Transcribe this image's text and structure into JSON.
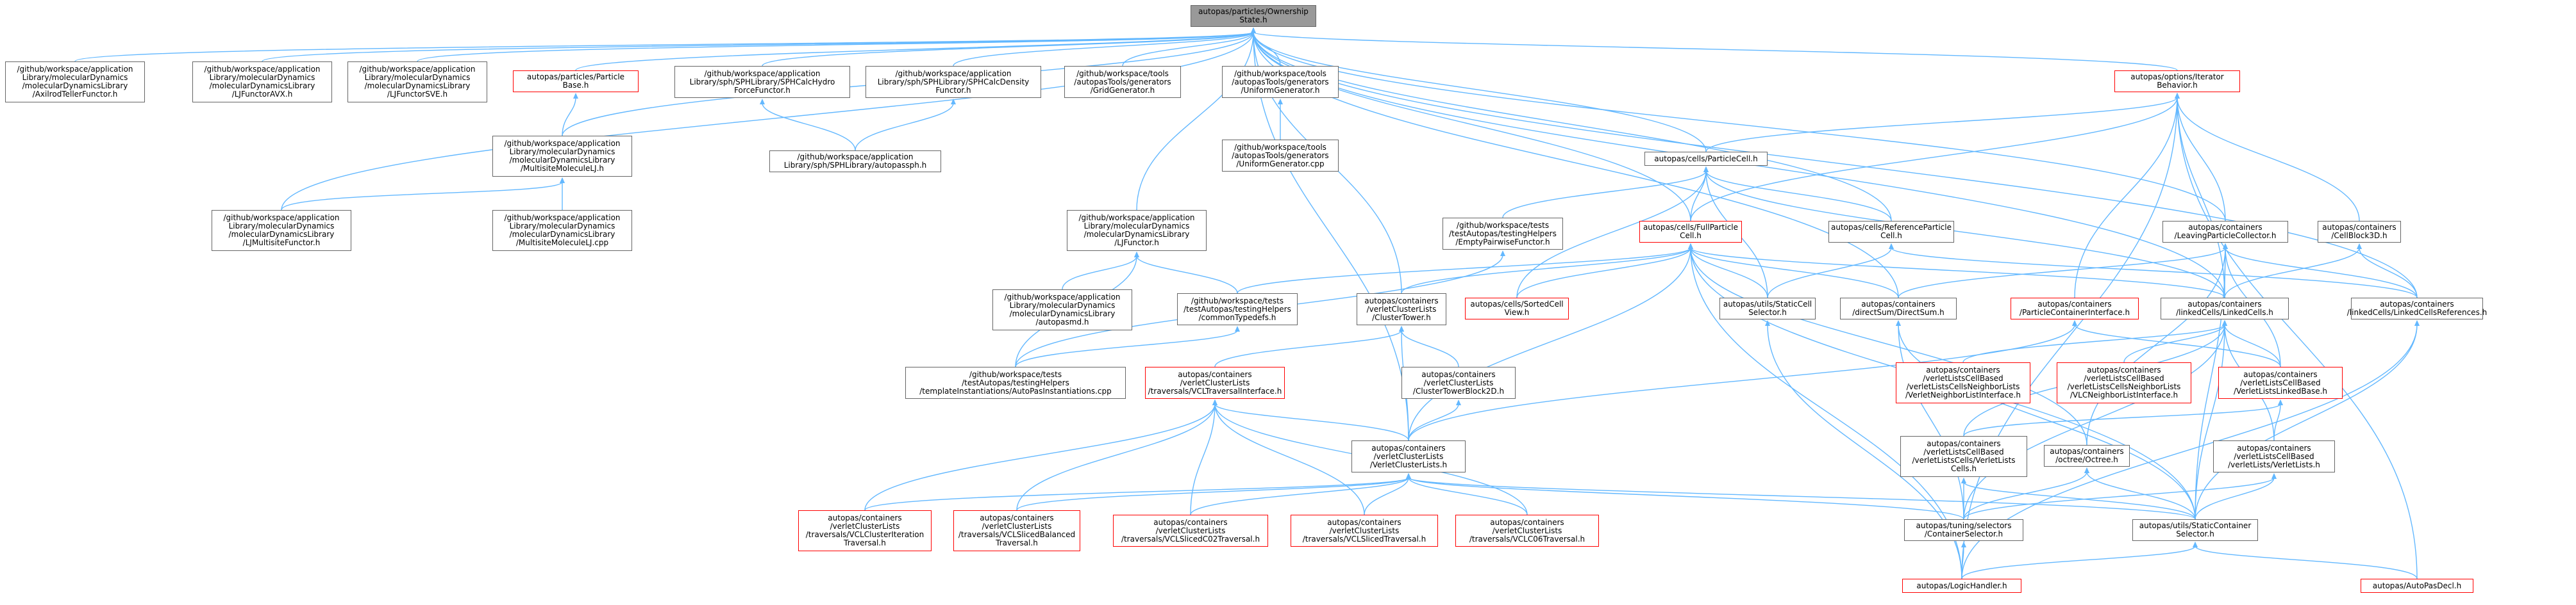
{
  "graph_title": "autopas/particles/OwnershipState.h include dependency graph",
  "colors": {
    "edge": "#63b8ff",
    "root_fill": "#999999",
    "border": "#666666",
    "highlight_border": "#ff0000"
  },
  "nodes": [
    {
      "id": "n0",
      "kind": "root",
      "lines": [
        "autopas/particles/Ownership",
        "State.h"
      ]
    },
    {
      "id": "n1",
      "kind": "normal",
      "lines": [
        "/github/workspace/application",
        "Library/molecularDynamics",
        "/molecularDynamicsLibrary",
        "/AxilrodTellerFunctor.h"
      ]
    },
    {
      "id": "n2",
      "kind": "normal",
      "lines": [
        "/github/workspace/application",
        "Library/molecularDynamics",
        "/molecularDynamicsLibrary",
        "/LJFunctorAVX.h"
      ]
    },
    {
      "id": "n3",
      "kind": "normal",
      "lines": [
        "/github/workspace/application",
        "Library/molecularDynamics",
        "/molecularDynamicsLibrary",
        "/LJFunctorSVE.h"
      ]
    },
    {
      "id": "n4",
      "kind": "red",
      "lines": [
        "autopas/particles/Particle",
        "Base.h"
      ]
    },
    {
      "id": "n5",
      "kind": "normal",
      "lines": [
        "/github/workspace/application",
        "Library/sph/SPHLibrary/SPHCalcHydro",
        "ForceFunctor.h"
      ]
    },
    {
      "id": "n6",
      "kind": "normal",
      "lines": [
        "/github/workspace/application",
        "Library/sph/SPHLibrary/SPHCalcDensity",
        "Functor.h"
      ]
    },
    {
      "id": "n7",
      "kind": "normal",
      "lines": [
        "/github/workspace/tools",
        "/autopasTools/generators",
        "/GridGenerator.h"
      ]
    },
    {
      "id": "n8",
      "kind": "normal",
      "lines": [
        "/github/workspace/tools",
        "/autopasTools/generators",
        "/UniformGenerator.h"
      ]
    },
    {
      "id": "n9",
      "kind": "red",
      "lines": [
        "autopas/options/Iterator",
        "Behavior.h"
      ]
    },
    {
      "id": "n10",
      "kind": "normal",
      "lines": [
        "/github/workspace/application",
        "Library/molecularDynamics",
        "/molecularDynamicsLibrary",
        "/MultisiteMoleculeLJ.h"
      ]
    },
    {
      "id": "n11",
      "kind": "normal",
      "lines": [
        "/github/workspace/application",
        "Library/sph/SPHLibrary/autopassph.h"
      ]
    },
    {
      "id": "n12",
      "kind": "normal",
      "lines": [
        "/github/workspace/tools",
        "/autopasTools/generators",
        "/UniformGenerator.cpp"
      ]
    },
    {
      "id": "n13",
      "kind": "normal",
      "lines": [
        "autopas/cells/ParticleCell.h"
      ]
    },
    {
      "id": "n14",
      "kind": "normal",
      "lines": [
        "/github/workspace/application",
        "Library/molecularDynamics",
        "/molecularDynamicsLibrary",
        "/LJMultisiteFunctor.h"
      ]
    },
    {
      "id": "n15",
      "kind": "normal",
      "lines": [
        "/github/workspace/application",
        "Library/molecularDynamics",
        "/molecularDynamicsLibrary",
        "/MultisiteMoleculeLJ.cpp"
      ]
    },
    {
      "id": "n16",
      "kind": "normal",
      "lines": [
        "/github/workspace/tests",
        "/testAutopas/testingHelpers",
        "/EmptyPairwiseFunctor.h"
      ]
    },
    {
      "id": "n17",
      "kind": "normal",
      "lines": [
        "/github/workspace/application",
        "Library/molecularDynamics",
        "/molecularDynamicsLibrary",
        "/LJFunctor.h"
      ]
    },
    {
      "id": "n18",
      "kind": "red",
      "lines": [
        "autopas/cells/FullParticle",
        "Cell.h"
      ]
    },
    {
      "id": "n19",
      "kind": "normal",
      "lines": [
        "autopas/cells/ReferenceParticle",
        "Cell.h"
      ]
    },
    {
      "id": "n20",
      "kind": "normal",
      "lines": [
        "autopas/containers",
        "/LeavingParticleCollector.h"
      ]
    },
    {
      "id": "n21",
      "kind": "normal",
      "lines": [
        "autopas/containers",
        "/CellBlock3D.h"
      ]
    },
    {
      "id": "n22",
      "kind": "normal",
      "lines": [
        "/github/workspace/application",
        "Library/molecularDynamics",
        "/molecularDynamicsLibrary",
        "/autopasmd.h"
      ]
    },
    {
      "id": "n23",
      "kind": "normal",
      "lines": [
        "/github/workspace/tests",
        "/testAutopas/testingHelpers",
        "/commonTypedefs.h"
      ]
    },
    {
      "id": "n24",
      "kind": "normal",
      "lines": [
        "autopas/containers",
        "/verletClusterLists",
        "/ClusterTower.h"
      ]
    },
    {
      "id": "n25",
      "kind": "red",
      "lines": [
        "autopas/cells/SortedCell",
        "View.h"
      ]
    },
    {
      "id": "n26",
      "kind": "normal",
      "lines": [
        "autopas/utils/StaticCell",
        "Selector.h"
      ]
    },
    {
      "id": "n27",
      "kind": "normal",
      "lines": [
        "autopas/containers",
        "/directSum/DirectSum.h"
      ]
    },
    {
      "id": "n28",
      "kind": "red",
      "lines": [
        "autopas/containers",
        "/ParticleContainerInterface.h"
      ]
    },
    {
      "id": "n29",
      "kind": "normal",
      "lines": [
        "autopas/containers",
        "/linkedCells/LinkedCells.h"
      ]
    },
    {
      "id": "n30",
      "kind": "normal",
      "lines": [
        "autopas/containers",
        "/linkedCells/LinkedCellsReferences.h"
      ]
    },
    {
      "id": "n31",
      "kind": "normal",
      "lines": [
        "/github/workspace/tests",
        "/testAutopas/testingHelpers",
        "/templateInstantiations/AutoPasInstantiations.cpp"
      ]
    },
    {
      "id": "n32",
      "kind": "normal",
      "lines": [
        "autopas/containers",
        "/verletClusterLists",
        "/ClusterTowerBlock2D.h"
      ]
    },
    {
      "id": "n33",
      "kind": "red",
      "lines": [
        "autopas/containers",
        "/verletClusterLists",
        "/traversals/VCLTraversalInterface.h"
      ]
    },
    {
      "id": "n34",
      "kind": "red",
      "lines": [
        "autopas/containers",
        "/verletListsCellBased",
        "/verletListsCellsNeighborLists",
        "/VerletNeighborListInterface.h"
      ]
    },
    {
      "id": "n35",
      "kind": "red",
      "lines": [
        "autopas/containers",
        "/verletListsCellBased",
        "/verletListsCellsNeighborLists",
        "/VLCNeighborListInterface.h"
      ]
    },
    {
      "id": "n36",
      "kind": "red",
      "lines": [
        "autopas/containers",
        "/verletListsCellBased",
        "/VerletListsLinkedBase.h"
      ]
    },
    {
      "id": "n37",
      "kind": "normal",
      "lines": [
        "autopas/containers",
        "/verletClusterLists",
        "/VerletClusterLists.h"
      ]
    },
    {
      "id": "n38",
      "kind": "normal",
      "lines": [
        "autopas/containers",
        "/verletListsCellBased",
        "/verletListsCells/VerletLists",
        "Cells.h"
      ]
    },
    {
      "id": "n39",
      "kind": "normal",
      "lines": [
        "autopas/containers",
        "/octree/Octree.h"
      ]
    },
    {
      "id": "n40",
      "kind": "normal",
      "lines": [
        "autopas/containers",
        "/verletListsCellBased",
        "/verletLists/VerletLists.h"
      ]
    },
    {
      "id": "n41",
      "kind": "red",
      "lines": [
        "autopas/containers",
        "/verletClusterLists",
        "/traversals/VCLClusterIteration",
        "Traversal.h"
      ]
    },
    {
      "id": "n42",
      "kind": "red",
      "lines": [
        "autopas/containers",
        "/verletClusterLists",
        "/traversals/VCLSlicedBalanced",
        "Traversal.h"
      ]
    },
    {
      "id": "n43",
      "kind": "red",
      "lines": [
        "autopas/containers",
        "/verletClusterLists",
        "/traversals/VCLSlicedC02Traversal.h"
      ]
    },
    {
      "id": "n44",
      "kind": "red",
      "lines": [
        "autopas/containers",
        "/verletClusterLists",
        "/traversals/VCLSlicedTraversal.h"
      ]
    },
    {
      "id": "n45",
      "kind": "red",
      "lines": [
        "autopas/containers",
        "/verletClusterLists",
        "/traversals/VCLC06Traversal.h"
      ]
    },
    {
      "id": "n46",
      "kind": "normal",
      "lines": [
        "autopas/tuning/selectors",
        "/ContainerSelector.h"
      ]
    },
    {
      "id": "n47",
      "kind": "normal",
      "lines": [
        "autopas/utils/StaticContainer",
        "Selector.h"
      ]
    },
    {
      "id": "n48",
      "kind": "red",
      "lines": [
        "autopas/LogicHandler.h"
      ]
    },
    {
      "id": "n49",
      "kind": "red",
      "lines": [
        "autopas/AutoPasDecl.h"
      ]
    }
  ],
  "edges": [
    [
      "n0",
      "n1"
    ],
    [
      "n0",
      "n2"
    ],
    [
      "n0",
      "n3"
    ],
    [
      "n0",
      "n4"
    ],
    [
      "n0",
      "n5"
    ],
    [
      "n0",
      "n6"
    ],
    [
      "n0",
      "n7"
    ],
    [
      "n0",
      "n8"
    ],
    [
      "n0",
      "n9"
    ],
    [
      "n0",
      "n10"
    ],
    [
      "n0",
      "n13"
    ],
    [
      "n0",
      "n14"
    ],
    [
      "n0",
      "n17"
    ],
    [
      "n0",
      "n18"
    ],
    [
      "n0",
      "n19"
    ],
    [
      "n0",
      "n20"
    ],
    [
      "n0",
      "n24"
    ],
    [
      "n0",
      "n27"
    ],
    [
      "n0",
      "n29"
    ],
    [
      "n0",
      "n30"
    ],
    [
      "n0",
      "n37"
    ],
    [
      "n4",
      "n10"
    ],
    [
      "n5",
      "n11"
    ],
    [
      "n6",
      "n11"
    ],
    [
      "n8",
      "n12"
    ],
    [
      "n10",
      "n14"
    ],
    [
      "n10",
      "n15"
    ],
    [
      "n9",
      "n13"
    ],
    [
      "n9",
      "n18"
    ],
    [
      "n9",
      "n20"
    ],
    [
      "n9",
      "n21"
    ],
    [
      "n9",
      "n28"
    ],
    [
      "n9",
      "n29"
    ],
    [
      "n9",
      "n48"
    ],
    [
      "n9",
      "n49"
    ],
    [
      "n13",
      "n16"
    ],
    [
      "n13",
      "n18"
    ],
    [
      "n13",
      "n19"
    ],
    [
      "n13",
      "n25"
    ],
    [
      "n13",
      "n26"
    ],
    [
      "n13",
      "n29"
    ],
    [
      "n16",
      "n31"
    ],
    [
      "n17",
      "n22"
    ],
    [
      "n17",
      "n23"
    ],
    [
      "n17",
      "n31"
    ],
    [
      "n18",
      "n23"
    ],
    [
      "n18",
      "n24"
    ],
    [
      "n18",
      "n25"
    ],
    [
      "n18",
      "n26"
    ],
    [
      "n18",
      "n27"
    ],
    [
      "n18",
      "n29"
    ],
    [
      "n18",
      "n37"
    ],
    [
      "n18",
      "n39"
    ],
    [
      "n18",
      "n47"
    ],
    [
      "n18",
      "n48"
    ],
    [
      "n19",
      "n26"
    ],
    [
      "n19",
      "n30"
    ],
    [
      "n20",
      "n27"
    ],
    [
      "n20",
      "n29"
    ],
    [
      "n20",
      "n30"
    ],
    [
      "n20",
      "n36"
    ],
    [
      "n20",
      "n39"
    ],
    [
      "n20",
      "n47"
    ],
    [
      "n21",
      "n29"
    ],
    [
      "n21",
      "n30"
    ],
    [
      "n23",
      "n31"
    ],
    [
      "n24",
      "n32"
    ],
    [
      "n24",
      "n33"
    ],
    [
      "n24",
      "n37"
    ],
    [
      "n26",
      "n48"
    ],
    [
      "n27",
      "n46"
    ],
    [
      "n27",
      "n47"
    ],
    [
      "n28",
      "n36"
    ],
    [
      "n28",
      "n37"
    ],
    [
      "n29",
      "n34"
    ],
    [
      "n29",
      "n35"
    ],
    [
      "n29",
      "n36"
    ],
    [
      "n29",
      "n38"
    ],
    [
      "n29",
      "n40"
    ],
    [
      "n29",
      "n46"
    ],
    [
      "n29",
      "n47"
    ],
    [
      "n30",
      "n47"
    ],
    [
      "n30",
      "n48"
    ],
    [
      "n32",
      "n37"
    ],
    [
      "n33",
      "n37"
    ],
    [
      "n33",
      "n41"
    ],
    [
      "n33",
      "n42"
    ],
    [
      "n33",
      "n43"
    ],
    [
      "n33",
      "n44"
    ],
    [
      "n33",
      "n45"
    ],
    [
      "n36",
      "n38"
    ],
    [
      "n36",
      "n40"
    ],
    [
      "n37",
      "n41"
    ],
    [
      "n37",
      "n42"
    ],
    [
      "n37",
      "n43"
    ],
    [
      "n37",
      "n44"
    ],
    [
      "n37",
      "n45"
    ],
    [
      "n37",
      "n46"
    ],
    [
      "n37",
      "n47"
    ],
    [
      "n38",
      "n46"
    ],
    [
      "n38",
      "n47"
    ],
    [
      "n39",
      "n46"
    ],
    [
      "n39",
      "n47"
    ],
    [
      "n40",
      "n46"
    ],
    [
      "n40",
      "n47"
    ],
    [
      "n46",
      "n48"
    ],
    [
      "n47",
      "n48"
    ],
    [
      "n47",
      "n49"
    ]
  ]
}
